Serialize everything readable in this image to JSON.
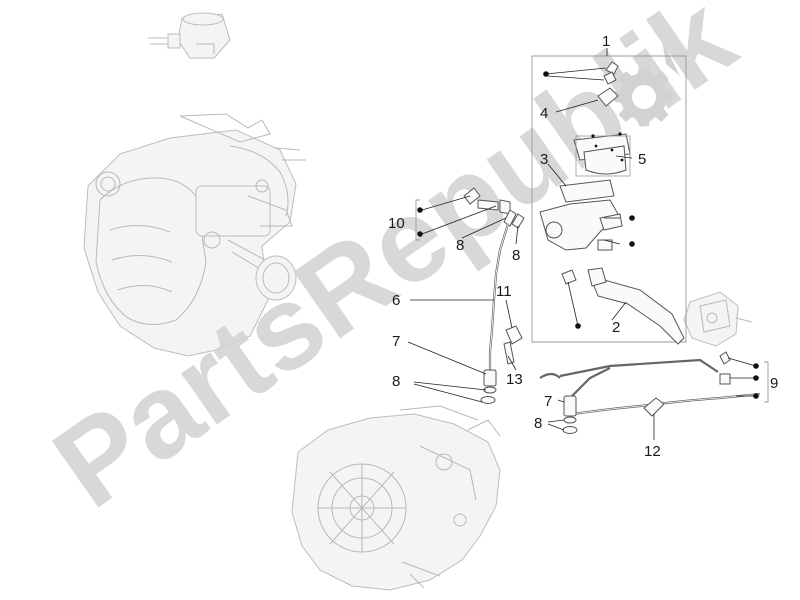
{
  "watermark": {
    "text": "PartsRepublik"
  },
  "callouts": {
    "c1": "1",
    "c2": "2",
    "c3": "3",
    "c4": "4",
    "c5": "5",
    "c6": "6",
    "c7a": "7",
    "c7b": "7",
    "c8a": "8",
    "c8b": "8",
    "c8c": "8",
    "c8d": "8",
    "c9": "9",
    "c10": "10",
    "c11": "11",
    "c12": "12",
    "c13": "13"
  },
  "icons": {
    "logo": "gear-icon"
  },
  "colors": {
    "watermark": "#d2d2d2",
    "line": "#222222",
    "ghost": "#b9b9b9"
  }
}
